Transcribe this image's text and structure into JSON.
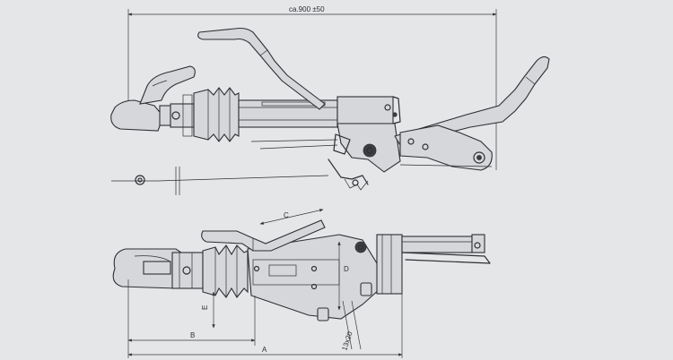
{
  "drawing": {
    "top_dimension": "ca.900 ±50",
    "label_A": "A",
    "label_B": "B",
    "label_C": "C",
    "label_D": "D",
    "label_E": "E",
    "label_hole": "13x20"
  }
}
